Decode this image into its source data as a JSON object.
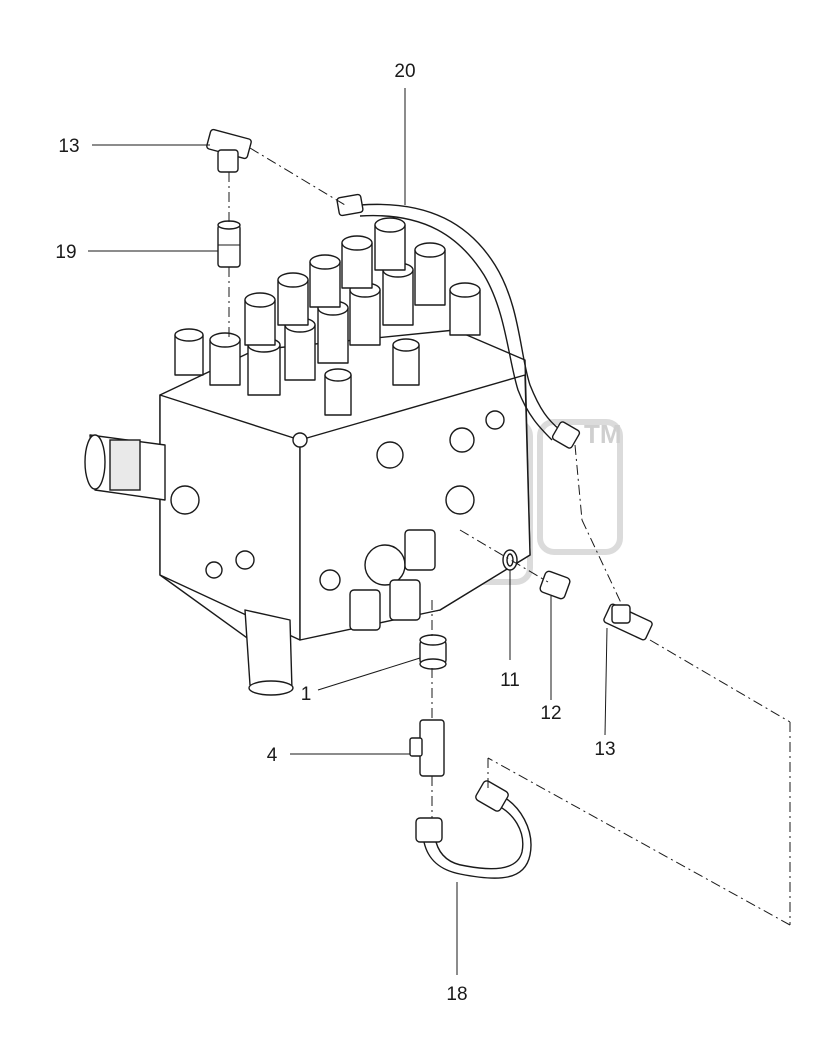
{
  "diagram": {
    "callouts": [
      {
        "id": "c20",
        "label": "20"
      },
      {
        "id": "c13a",
        "label": "13"
      },
      {
        "id": "c19",
        "label": "19"
      },
      {
        "id": "c1",
        "label": "1"
      },
      {
        "id": "c11",
        "label": "11"
      },
      {
        "id": "c12",
        "label": "12"
      },
      {
        "id": "c13b",
        "label": "13"
      },
      {
        "id": "c4",
        "label": "4"
      },
      {
        "id": "c18",
        "label": "18"
      }
    ],
    "watermark": {
      "trademark": "TM"
    }
  }
}
